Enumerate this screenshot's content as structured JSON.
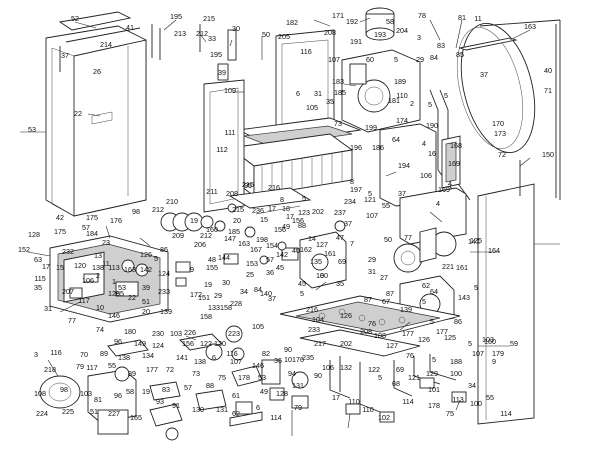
{
  "labels": [
    "52",
    "195",
    "215",
    "41",
    "214",
    "212",
    "213",
    "33",
    "30",
    "50",
    "182",
    "171",
    "192",
    "58",
    "208",
    "78",
    "81",
    "11",
    "163",
    "37",
    "26",
    "205",
    "116",
    "107",
    "191",
    "193",
    "204",
    "3",
    "83",
    "29",
    "85",
    "37",
    "195",
    "39",
    "31",
    "35",
    "183",
    "60",
    "5",
    "84",
    "40",
    "22",
    "109",
    "6",
    "185",
    "105",
    "189",
    "110",
    "2",
    "71",
    "73",
    "199",
    "5",
    "174",
    "5",
    "190",
    "170",
    "53",
    "111",
    "112",
    "181",
    "64",
    "196",
    "186",
    "4",
    "168",
    "173",
    "150",
    "72",
    "8",
    "95",
    "194",
    "106",
    "16",
    "4",
    "37",
    "210",
    "211",
    "215",
    "208",
    "216",
    "197",
    "121",
    "169",
    "5",
    "4",
    "169",
    "212",
    "98",
    "8",
    "5",
    "215",
    "209",
    "212",
    "128",
    "42",
    "175",
    "176",
    "236",
    "17",
    "18",
    "123",
    "202",
    "107",
    "55",
    "20",
    "15",
    "156",
    "185",
    "237",
    "234",
    "14",
    "17",
    "49",
    "57",
    "63",
    "125",
    "152",
    "175",
    "184",
    "19",
    "160",
    "147",
    "198",
    "88",
    "37",
    "50",
    "77",
    "141",
    "164",
    "23",
    "232",
    "86",
    "156",
    "206",
    "162",
    "154",
    "161",
    "163",
    "167",
    "48",
    "144",
    "153",
    "57",
    "45",
    "135",
    "127",
    "47",
    "7",
    "13",
    "11",
    "17",
    "15",
    "120",
    "138",
    "113",
    "126",
    "5",
    "155",
    "25",
    "36",
    "142",
    "40",
    "10",
    "69",
    "29",
    "221",
    "115",
    "106",
    "2",
    "1",
    "163",
    "142",
    "124",
    "9",
    "30",
    "34",
    "84",
    "35",
    "31",
    "27",
    "161",
    "35",
    "207",
    "129",
    "51",
    "53",
    "39",
    "233",
    "19",
    "172",
    "29",
    "158",
    "37",
    "45",
    "80",
    "87",
    "62",
    "143",
    "5",
    "31",
    "117",
    "10",
    "65",
    "20",
    "151",
    "133",
    "228",
    "140",
    "5",
    "216",
    "5",
    "64",
    "126",
    "87",
    "67",
    "104",
    "77",
    "74",
    "146",
    "22",
    "139",
    "158",
    "76",
    "139",
    "5",
    "86",
    "233",
    "208",
    "108",
    "177",
    "177",
    "103",
    "59",
    "180",
    "230",
    "103",
    "226",
    "223",
    "105",
    "90",
    "217",
    "202",
    "127",
    "126",
    "125",
    "5",
    "160",
    "179",
    "3",
    "116",
    "70",
    "89",
    "96",
    "149",
    "124",
    "156",
    "122",
    "120",
    "116",
    "82",
    "36",
    "76",
    "76",
    "5",
    "188",
    "107",
    "9",
    "79",
    "55",
    "138",
    "134",
    "141",
    "138",
    "6",
    "107",
    "146",
    "101",
    "235",
    "106",
    "132",
    "122",
    "69",
    "121",
    "129",
    "100",
    "34",
    "218",
    "117",
    "89",
    "177",
    "72",
    "73",
    "75",
    "178",
    "53",
    "94",
    "90",
    "5",
    "68",
    "101",
    "113",
    "100",
    "108",
    "98",
    "103",
    "81",
    "96",
    "58",
    "19",
    "83",
    "57",
    "88",
    "61",
    "49",
    "128",
    "131",
    "17",
    "110",
    "110",
    "102",
    "114",
    "178",
    "75",
    "55",
    "114",
    "224",
    "225",
    "51",
    "227",
    "165",
    "93",
    "91",
    "130",
    "131",
    "62",
    "6",
    "114",
    "79"
  ]
}
